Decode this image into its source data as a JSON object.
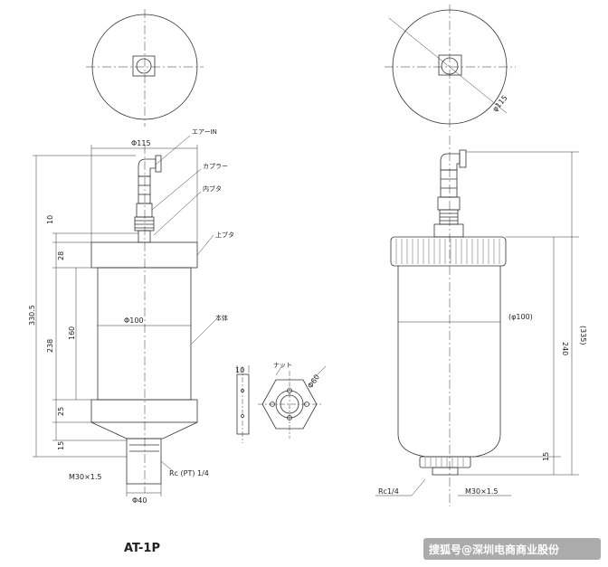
{
  "title": "AT-1P",
  "watermark": "搜狐号@深圳电商商业股份",
  "labels": {
    "air_in": "エアーIN",
    "coupler": "カプラー",
    "inner_lid": "内ブタ",
    "upper_lid": "上ブタ",
    "body": "本体",
    "nut": "ナット"
  },
  "left_view": {
    "dia_top": "Φ115",
    "dia_body": "Φ100",
    "dia_bottom": "Φ40",
    "h_total": "330.5",
    "h_10": "10",
    "h_28": "28",
    "h_238": "238",
    "h_160": "160",
    "h_25": "25",
    "h_15": "15",
    "thread": "M30×1.5",
    "port": "Rc (PT) 1/4"
  },
  "nut_view": {
    "thickness": "10",
    "dia": "Φ60"
  },
  "right_view": {
    "dia_top": "φ115",
    "dia_body": "(φ100)",
    "h_total": "(335)",
    "h_240": "240",
    "h_15": "15",
    "port": "Rc1/4",
    "thread": "M30×1.5"
  }
}
